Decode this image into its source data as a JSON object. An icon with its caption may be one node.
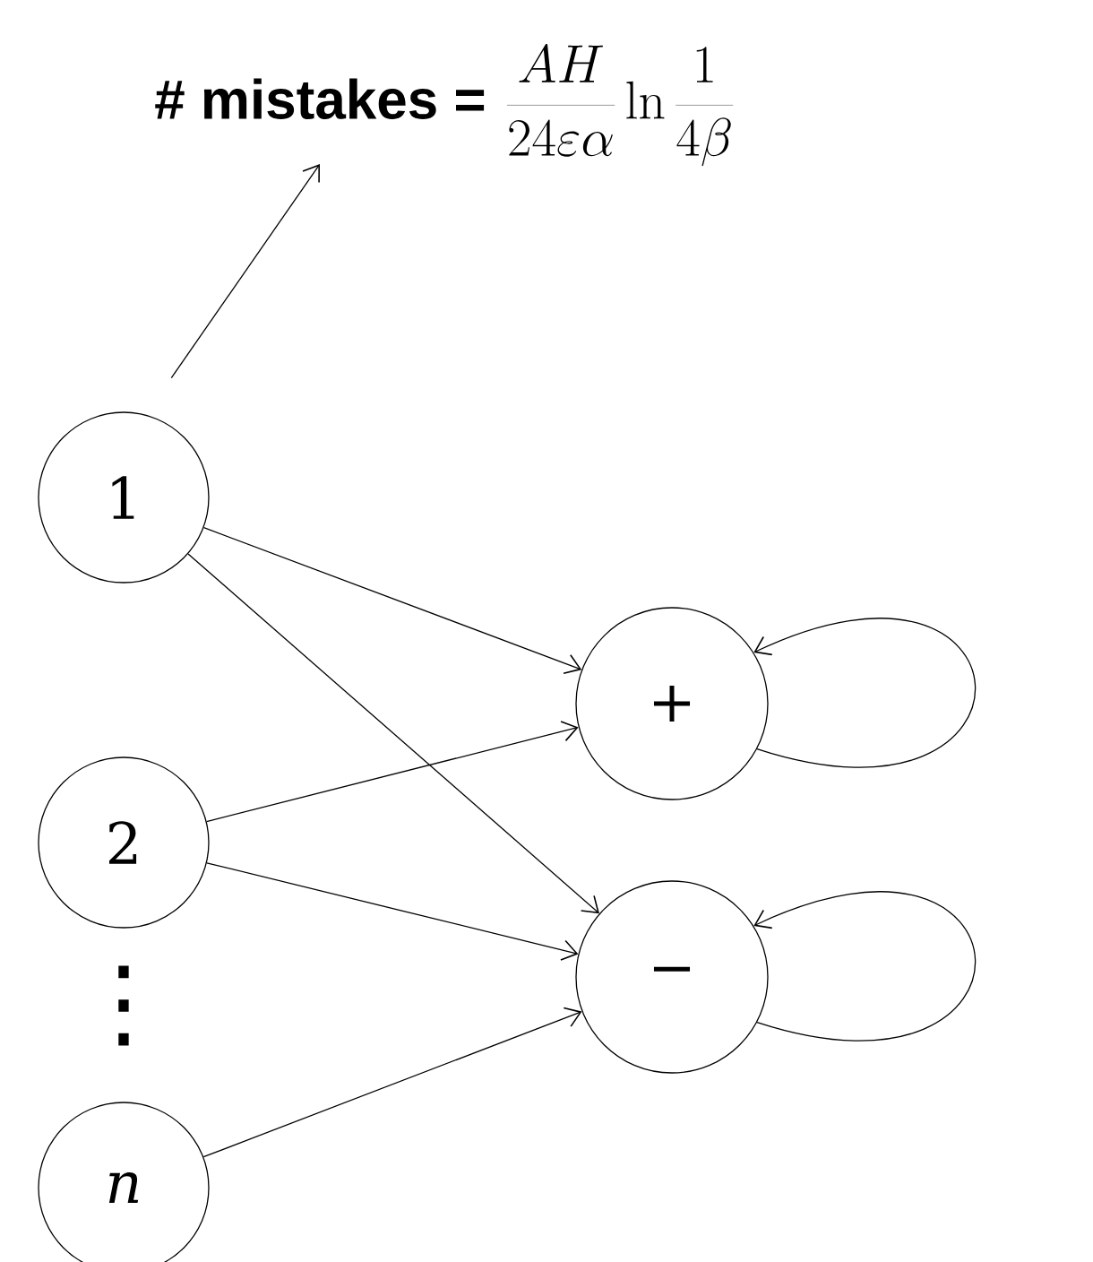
{
  "diagram": {
    "nodes": [
      {
        "text": [
          "1"
        ]
      },
      {
        "text": [
          "2"
        ]
      },
      {
        "text": [
          "n"
        ]
      },
      {
        "text": [
          "+"
        ]
      },
      {
        "text": [
          "−"
        ]
      },
      {
        "text": [
          "# mistakes =",
          "\\frac{AH}{24\\varepsilon\\alpha}\\ln\\frac{1}{4\\beta}"
        ]
      }
    ],
    "edges": [
      {
        "from": 0,
        "to": 3,
        "arrow": "to"
      },
      {
        "from": 0,
        "to": 4,
        "arrow": "to"
      },
      {
        "from": 1,
        "to": 3,
        "arrow": "to"
      },
      {
        "from": 1,
        "to": 4,
        "arrow": "to"
      },
      {
        "from": 2,
        "to": 4,
        "arrow": "to"
      },
      {
        "from": 3,
        "to": 3,
        "arrow": "to"
      },
      {
        "from": 4,
        "to": 4,
        "arrow": "to"
      },
      {
        "from": 0,
        "to": 5,
        "arrow": "to"
      }
    ],
    "labels": [
      "⋮"
    ]
  }
}
